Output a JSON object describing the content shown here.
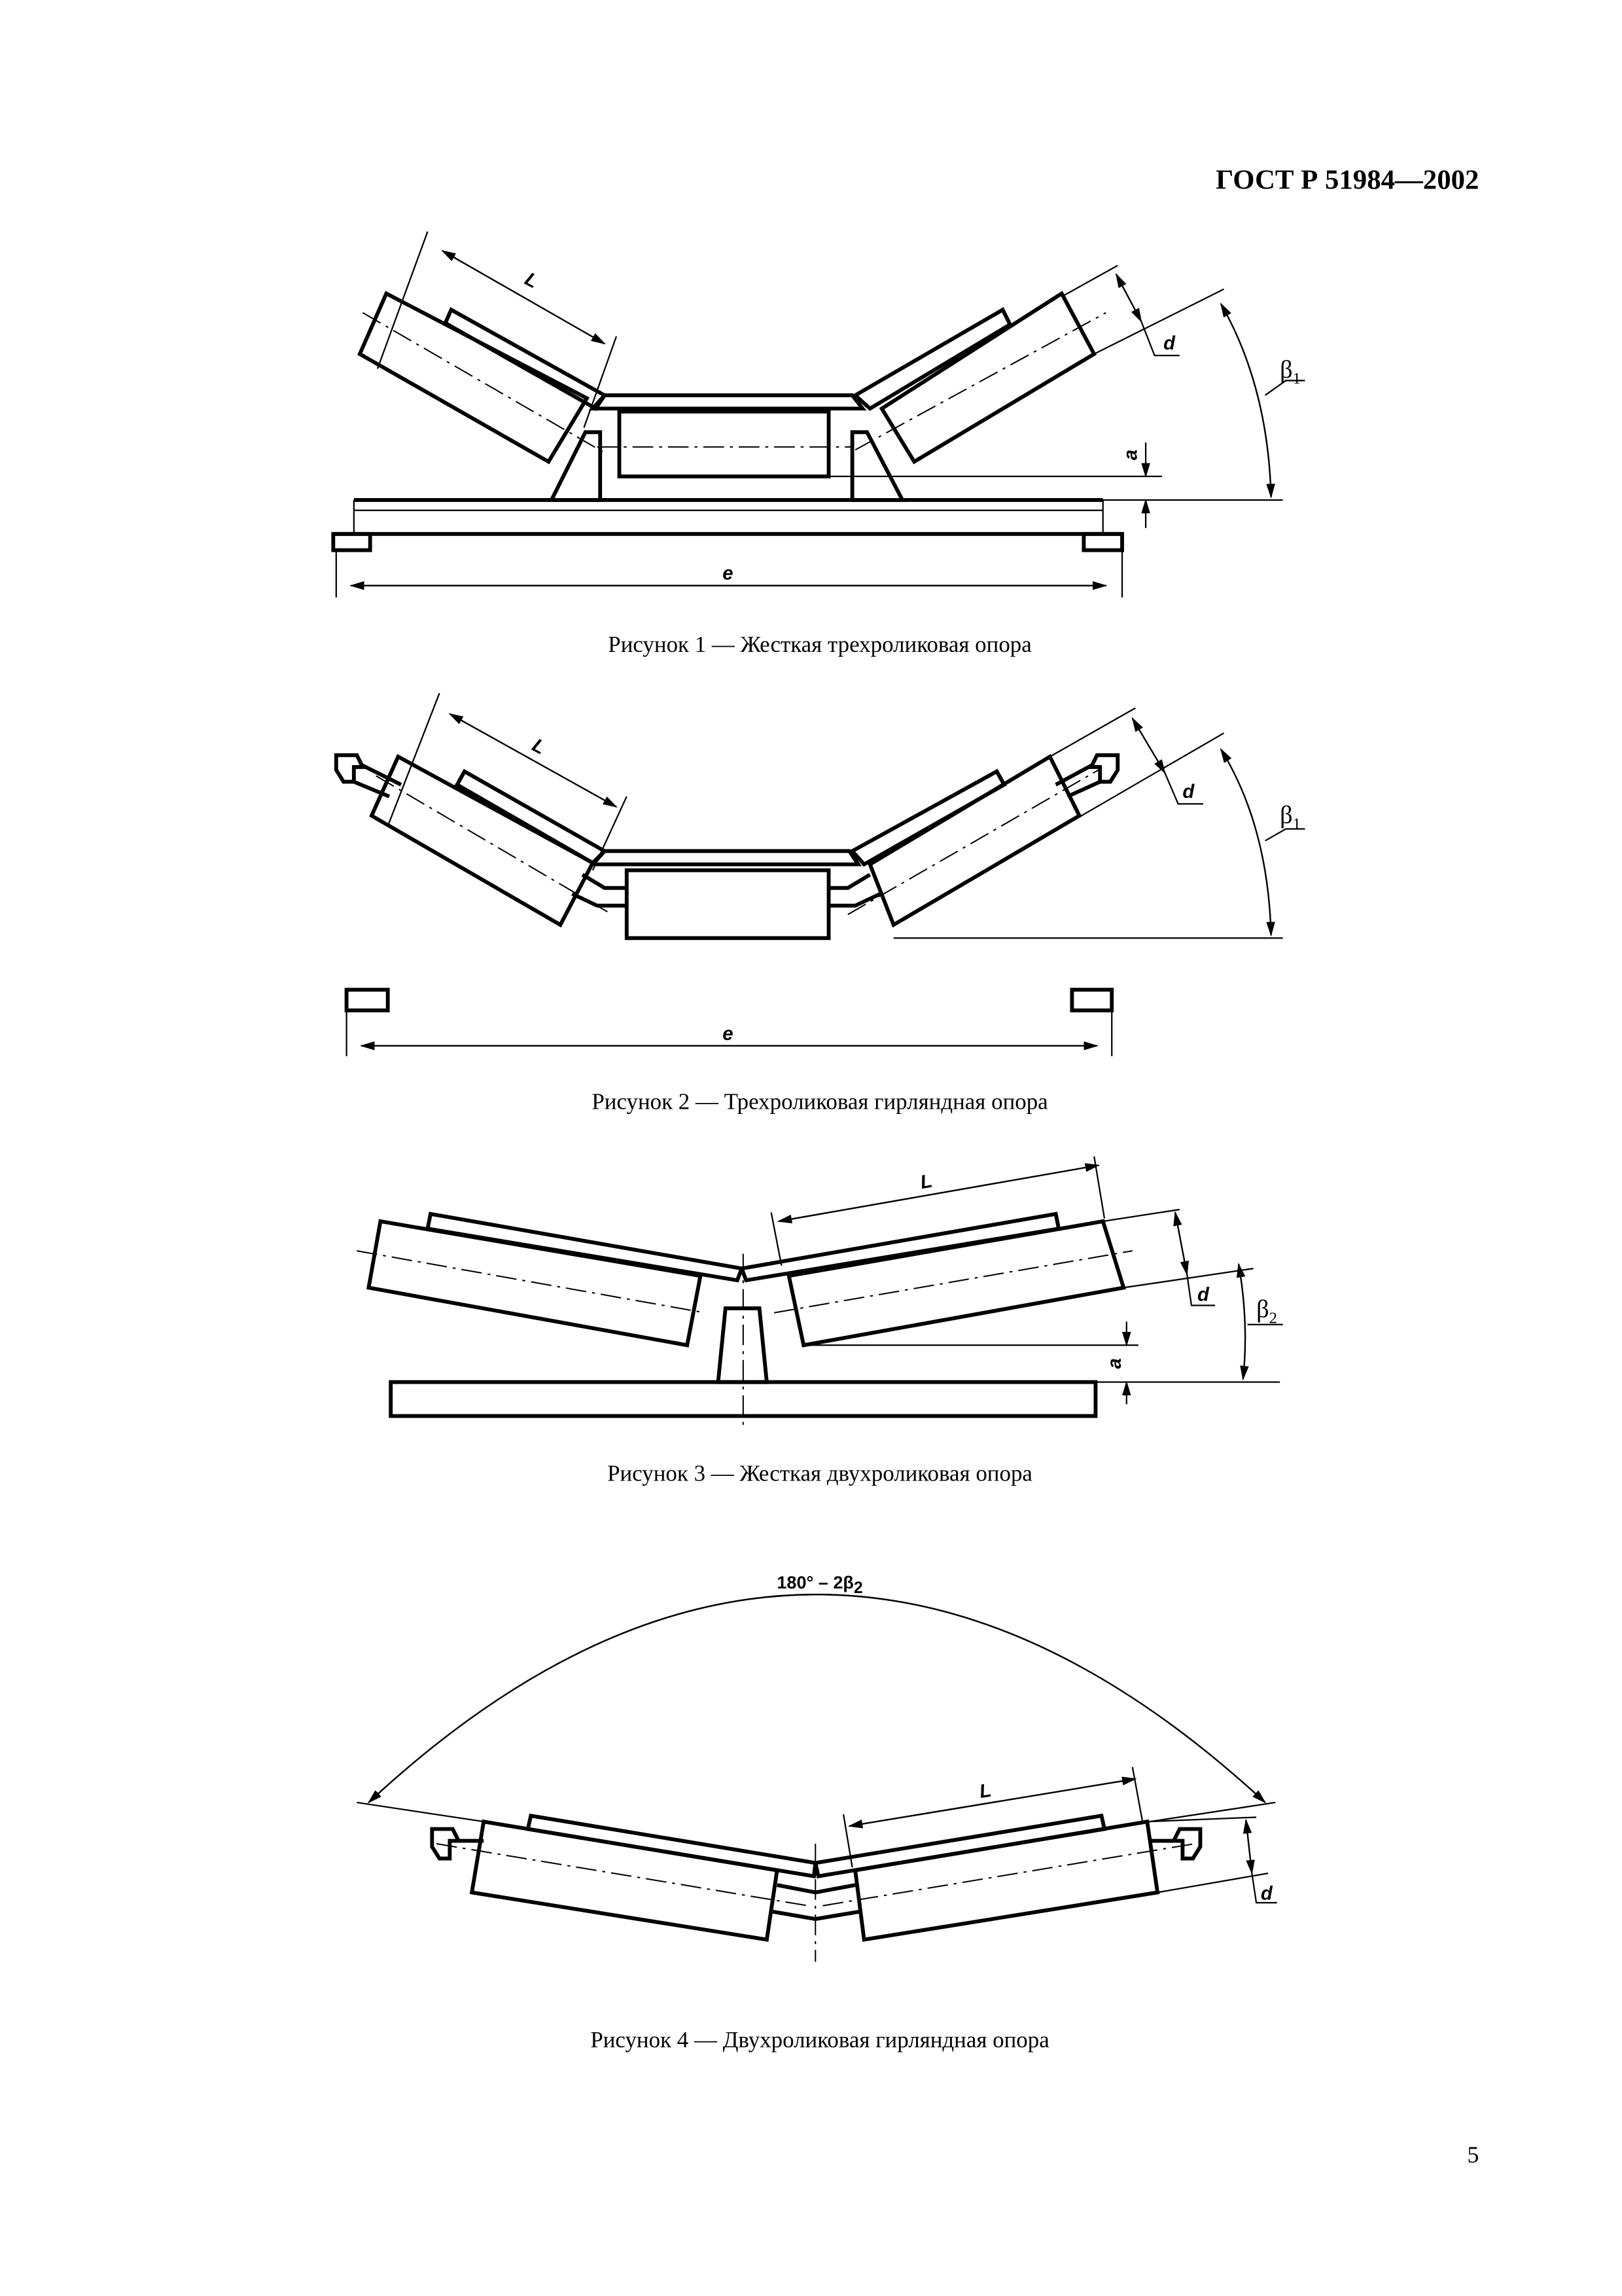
{
  "header": {
    "standard": "ГОСТ Р 51984—2002"
  },
  "page_number": "5",
  "figures": [
    {
      "caption": "Рисунок 1 — Жесткая трехроликовая опора",
      "labels": {
        "L": "L",
        "d": "d",
        "a": "a",
        "e": "e",
        "beta": "β",
        "beta_sub": "1"
      }
    },
    {
      "caption": "Рисунок 2 — Трехроликовая гирляндная опора",
      "labels": {
        "L": "L",
        "d": "d",
        "e": "e",
        "beta": "β",
        "beta_sub": "1"
      }
    },
    {
      "caption": "Рисунок 3 — Жесткая двухроликовая опора",
      "labels": {
        "L": "L",
        "d": "d",
        "a": "a",
        "beta": "β",
        "beta_sub": "2"
      }
    },
    {
      "caption": "Рисунок 4 — Двухроликовая гирляндная опора",
      "labels": {
        "L": "L",
        "d": "d",
        "angle": "180° – 2β",
        "angle_sub": "2"
      }
    }
  ]
}
